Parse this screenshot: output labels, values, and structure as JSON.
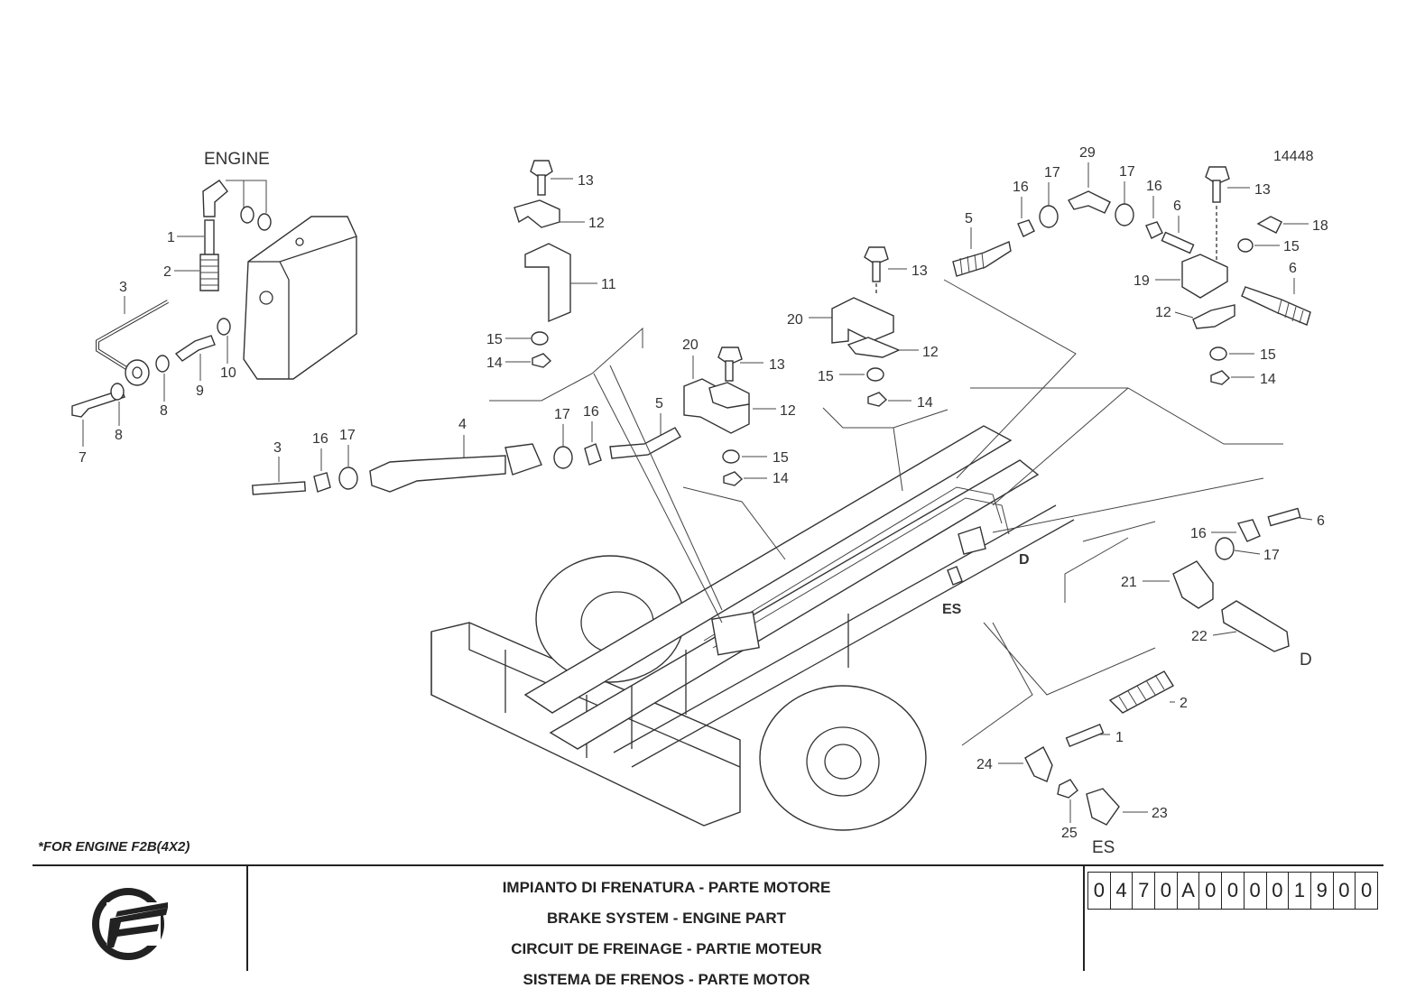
{
  "drawing_id": "14448",
  "engine_label": "ENGINE",
  "detail_labels": {
    "d_small": "D",
    "es_small": "ES",
    "d_large": "D",
    "es_large": "ES"
  },
  "callouts": {
    "engine_group": [
      "1",
      "2",
      "3",
      "7",
      "8",
      "8",
      "9",
      "10"
    ],
    "hose_row": [
      "3",
      "16",
      "17",
      "4",
      "17",
      "16",
      "5"
    ],
    "bracket_a": [
      "13",
      "12",
      "11",
      "15",
      "14"
    ],
    "bracket_b": [
      "20",
      "13",
      "12",
      "15",
      "14"
    ],
    "bracket_c": [
      "13",
      "20",
      "12",
      "15",
      "14"
    ],
    "upper_right": [
      "29",
      "17",
      "16",
      "17",
      "16",
      "5",
      "6",
      "13",
      "18",
      "15",
      "19",
      "6",
      "12",
      "15",
      "14"
    ],
    "detail_d": [
      "6",
      "16",
      "17",
      "21",
      "22"
    ],
    "detail_es": [
      "2",
      "1",
      "24",
      "23",
      "25"
    ]
  },
  "footnote": "*FOR ENGINE F2B(4X2)",
  "title_lines": [
    "IMPIANTO DI FRENATURA - PARTE MOTORE",
    "BRAKE SYSTEM - ENGINE PART",
    "CIRCUIT DE FREINAGE - PARTIE MOTEUR",
    "SISTEMA DE FRENOS - PARTE MOTOR"
  ],
  "drawing_code": [
    "0",
    "4",
    "7",
    "0",
    "A",
    "0",
    "0",
    "0",
    "0",
    "1",
    "9",
    "0",
    "0"
  ]
}
